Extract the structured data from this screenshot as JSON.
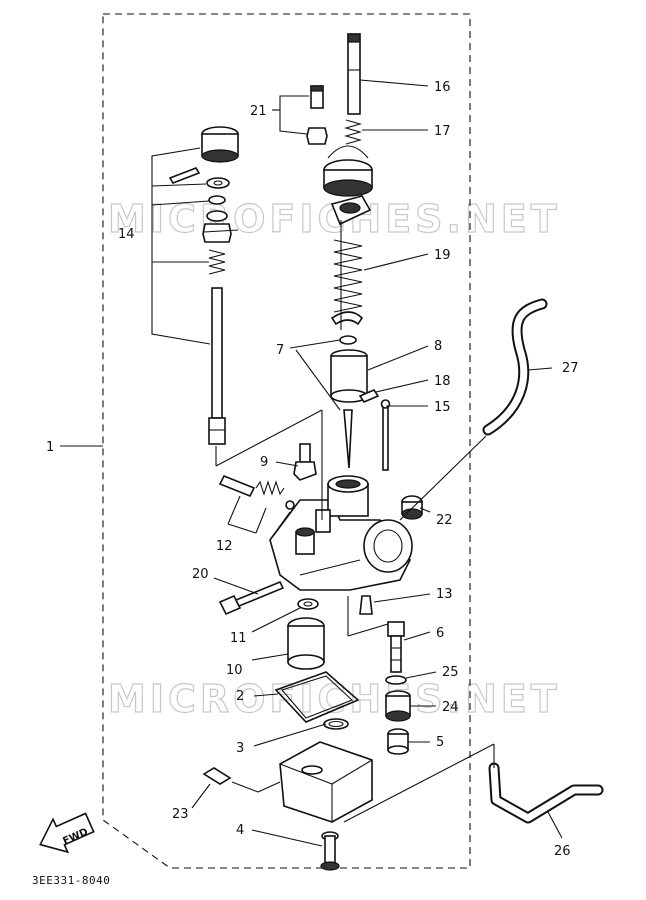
{
  "watermark": "MICROFICHES.NET",
  "diagram_code": "3EE331-8040",
  "fwd_label": "FWD",
  "callouts": {
    "c1": "1",
    "c2": "2",
    "c3": "3",
    "c4": "4",
    "c5": "5",
    "c6": "6",
    "c7": "7",
    "c8": "8",
    "c9": "9",
    "c10": "10",
    "c11": "11",
    "c12": "12",
    "c13": "13",
    "c14": "14",
    "c15": "15",
    "c16": "16",
    "c17": "17",
    "c18": "18",
    "c19": "19",
    "c20": "20",
    "c21": "21",
    "c22": "22",
    "c23": "23",
    "c24": "24",
    "c25": "25",
    "c26": "26",
    "c27": "27"
  }
}
